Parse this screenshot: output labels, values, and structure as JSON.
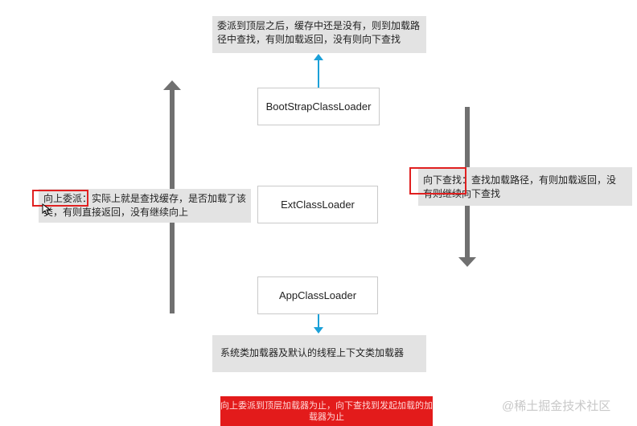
{
  "notes": {
    "top": "委派到顶层之后，缓存中还是没有，则到加载路径中查找，有则加载返回，没有则向下查找",
    "left_prefix": "向上委派：",
    "left_rest": "实际上就是查找缓存，是否加载了该类，有则直接返回，没有继续向上",
    "right_prefix": "向下查找：",
    "right_rest": "查找加载路径，有则加载返回，没有则继续向下查找",
    "bottom": "系统类加载器及默认的线程上下文类加载器"
  },
  "loaders": {
    "bootstrap": "BootStrapClassLoader",
    "ext": "ExtClassLoader",
    "app": "AppClassLoader"
  },
  "footer": {
    "red_banner": "向上委派到顶层加载器为止，向下查找到发起加载的加载器为止",
    "watermark": "@稀土掘金技术社区"
  },
  "colors": {
    "note_bg": "#e3e3e3",
    "arrow_gray": "#707070",
    "arrow_blue": "#1ba0d8",
    "highlight_red": "#e02020"
  }
}
